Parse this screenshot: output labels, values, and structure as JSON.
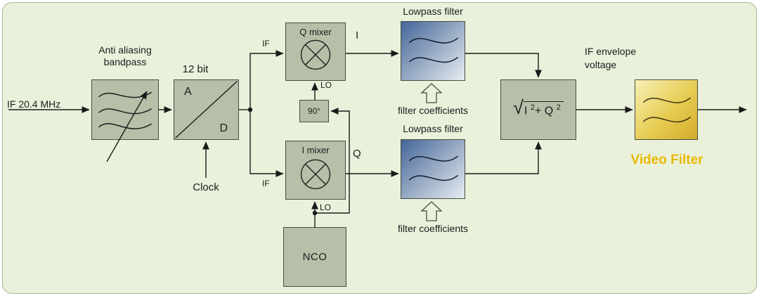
{
  "colors": {
    "panel-bg": "#e9f1db",
    "panel-border": "#a8b596",
    "block-fill": "#b6bfa8",
    "block-border": "#474c41",
    "text": "#1c1c1c",
    "line": "#1a1a1a",
    "lpf-dark": "#44659a",
    "lpf-mid": "#8fa3bf",
    "lpf-light": "#e6ebf1",
    "video-light": "#f7f0b6",
    "video-mid": "#e6cc52",
    "video-dark": "#d3ab2a",
    "video-text": "#eab800"
  },
  "diagram": {
    "input_label": "IF 20.4 MHz",
    "bandpass": {
      "title_line1": "Anti aliasing",
      "title_line2": "bandpass"
    },
    "adc": {
      "bits_label": "12 bit",
      "a": "A",
      "d": "D",
      "clock_label": "Clock"
    },
    "signals": {
      "if_top": "IF",
      "if_bottom": "IF",
      "i_out": "I",
      "q_out": "Q",
      "lo_top": "LO",
      "lo_bottom": "LO"
    },
    "q_mixer": {
      "label": "Q mixer"
    },
    "i_mixer": {
      "label": "I mixer"
    },
    "phase_shifter": {
      "label": "90°"
    },
    "nco": {
      "label": "NCO"
    },
    "lpf_top": {
      "title": "Lowpass filter",
      "coeff_label": "filter coefficients"
    },
    "lpf_bottom": {
      "title": "Lowpass filter",
      "coeff_label": "filter coefficients"
    },
    "magnitude": {
      "radical": "√",
      "term1": "I",
      "sup1": "2",
      "term2": "+ Q",
      "sup2": "2"
    },
    "envelope": {
      "line1": "IF envelope",
      "line2": "voltage"
    },
    "video_filter_label": "Video Filter"
  }
}
